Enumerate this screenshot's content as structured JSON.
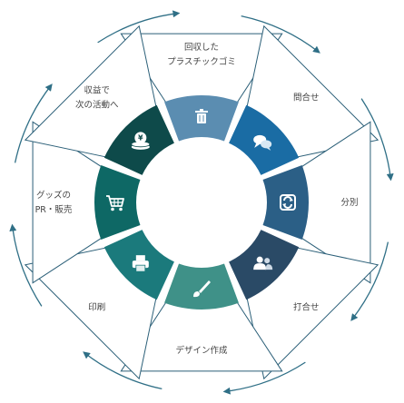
{
  "cycle": {
    "steps": [
      {
        "lines": [
          "回収した",
          "プラスチックゴミ"
        ],
        "icon": "trash-can-icon",
        "color": "#5b8db1"
      },
      {
        "lines": [
          "問合せ"
        ],
        "icon": "speech-bubbles-icon",
        "color": "#1a6ca4"
      },
      {
        "lines": [
          "分別"
        ],
        "icon": "sort-cycle-icon",
        "color": "#2b5f86"
      },
      {
        "lines": [
          "打合せ"
        ],
        "icon": "people-icon",
        "color": "#2a4a66"
      },
      {
        "lines": [
          "デザイン作成"
        ],
        "icon": "paintbrush-icon",
        "color": "#3f9188"
      },
      {
        "lines": [
          "印刷"
        ],
        "icon": "printer-icon",
        "color": "#1b7a7c"
      },
      {
        "lines": [
          "グッズの",
          "PR・販売"
        ],
        "icon": "shopping-cart-icon",
        "color": "#0e6865"
      },
      {
        "lines": [
          "収益で",
          "次の活動へ"
        ],
        "icon": "coins-icon",
        "color": "#0e4a4a"
      }
    ],
    "arrow_color": "#2f6f86",
    "outline_color": "#2b5f78"
  }
}
